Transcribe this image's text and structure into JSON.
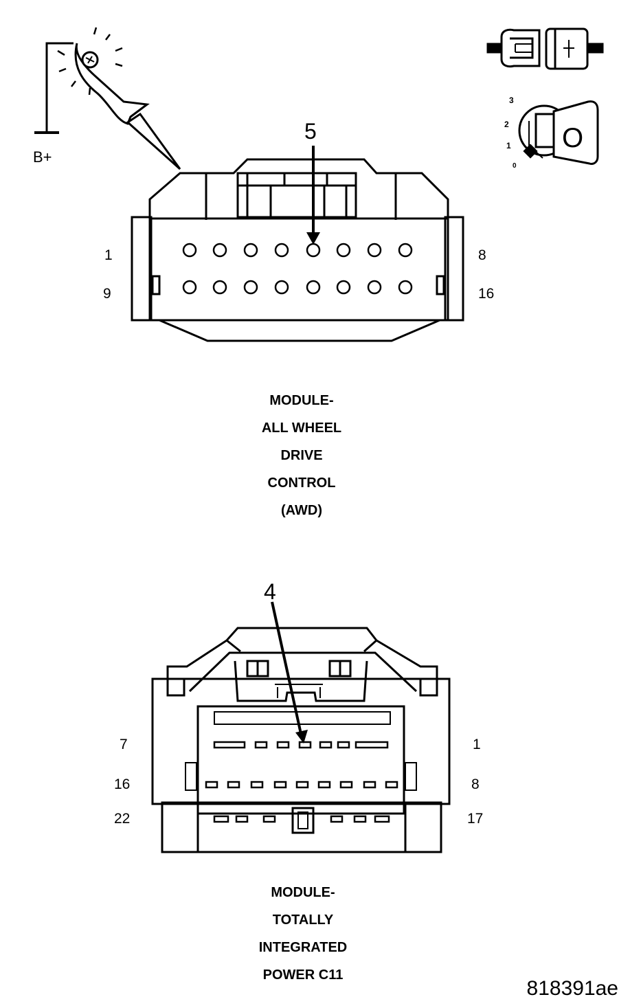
{
  "probe": {
    "ground_label": "B+",
    "icon": "test-light-probe"
  },
  "ignition": {
    "connector_icon": "connector-disconnected",
    "positions": [
      "0",
      "1",
      "2",
      "3"
    ],
    "key_label": "O"
  },
  "awd_connector": {
    "callout_pin": "5",
    "row_labels": {
      "top_left": "1",
      "top_right": "8",
      "bottom_left": "9",
      "bottom_right": "16"
    },
    "top_row_pin_count": 8,
    "bottom_row_pin_count": 8,
    "title_lines": [
      "MODULE-",
      "ALL WHEEL",
      "DRIVE",
      "CONTROL",
      "(AWD)"
    ]
  },
  "tipm_connector": {
    "callout_pin": "4",
    "row_labels": {
      "row1_left": "7",
      "row1_right": "1",
      "row2_left": "16",
      "row2_right": "8",
      "row3_left": "22",
      "row3_right": "17"
    },
    "title_lines": [
      "MODULE-",
      "TOTALLY",
      "INTEGRATED",
      "POWER C11"
    ]
  },
  "figure_id": "818391ae"
}
